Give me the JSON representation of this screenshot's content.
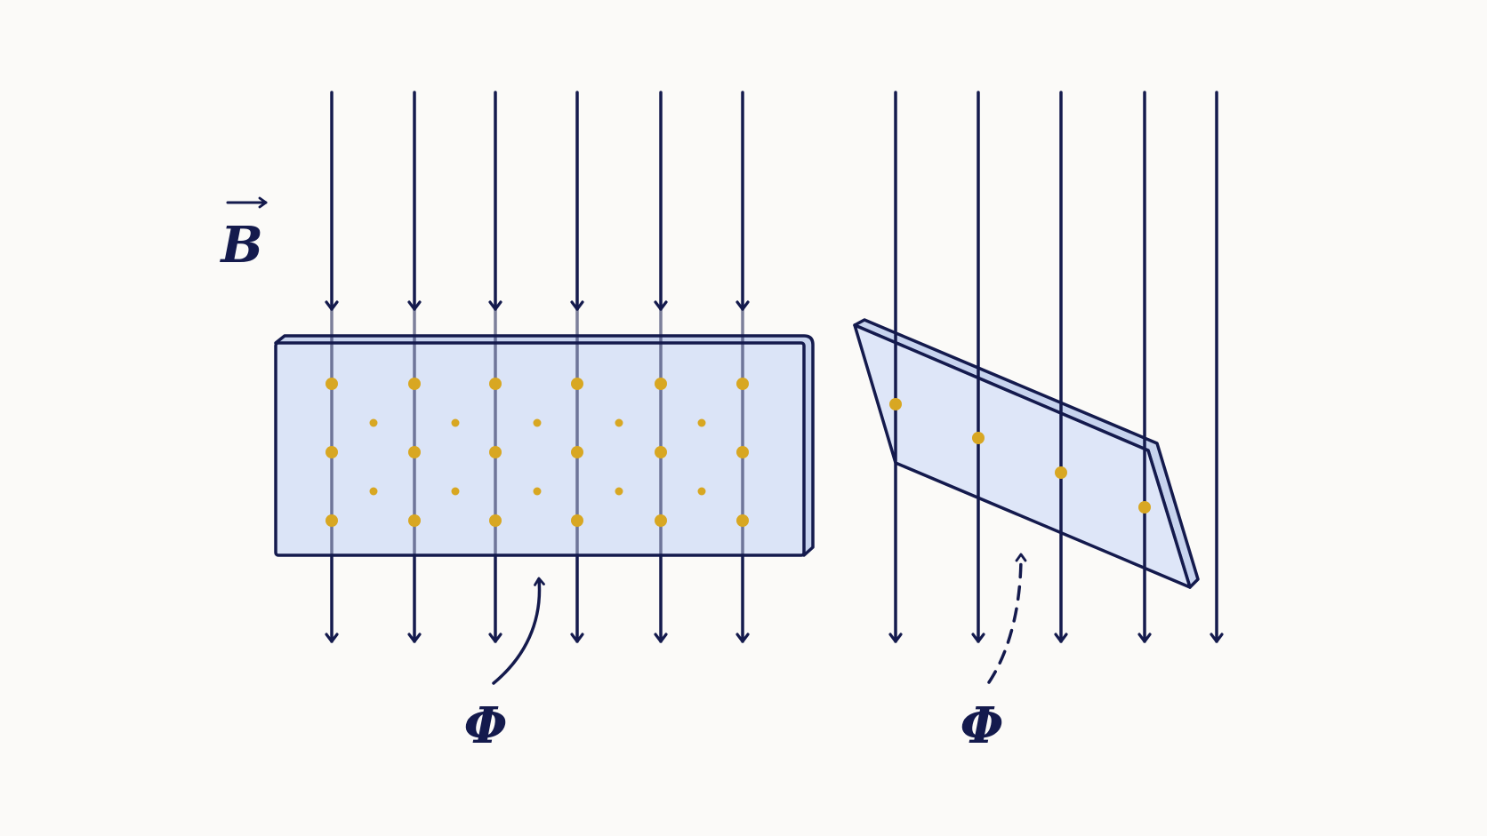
{
  "labels": {
    "field": "B",
    "flux_left": "Φ",
    "flux_right": "Φ"
  },
  "colors": {
    "background": "#fbfaf8",
    "ink": "#141a4d",
    "plate_fill": "#dbe4f7",
    "plate_edge": "#c7d3ee",
    "dot": "#d8a722"
  }
}
